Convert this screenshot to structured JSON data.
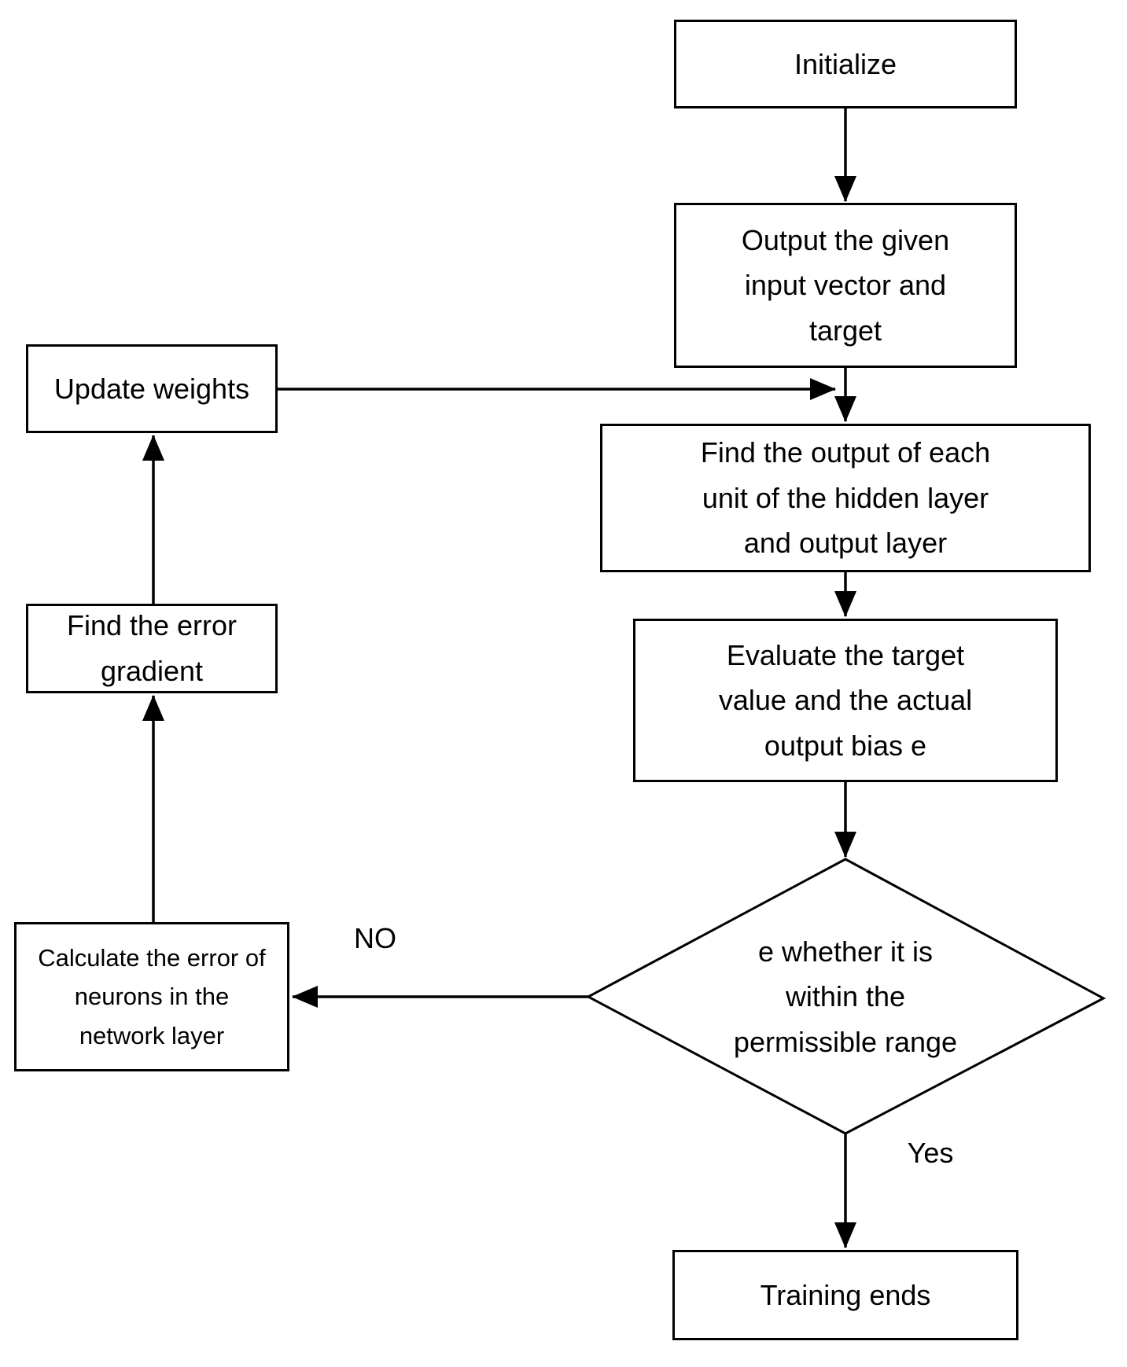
{
  "flowchart": {
    "colors": {
      "stroke": "#000000",
      "node_fill": "#ffffff",
      "background": "#ffffff"
    },
    "nodes": {
      "initialize": {
        "label": "Initialize"
      },
      "output_input": {
        "label": "Output the given\ninput vector and\ntarget"
      },
      "find_output": {
        "label": "Find the output of each\nunit of the hidden layer\nand output layer"
      },
      "evaluate_bias": {
        "label": "Evaluate the target\nvalue and the actual\noutput bias e"
      },
      "decision": {
        "label": "e whether it is\nwithin the\npermissible range"
      },
      "training_ends": {
        "label": "Training ends"
      },
      "update_weights": {
        "label": "Update weights"
      },
      "find_error_gradient": {
        "label": "Find the error\ngradient"
      },
      "calculate_error": {
        "label": "Calculate the error of\nneurons in the\nnetwork layer"
      }
    },
    "edge_labels": {
      "no": "NO",
      "yes": "Yes"
    }
  }
}
